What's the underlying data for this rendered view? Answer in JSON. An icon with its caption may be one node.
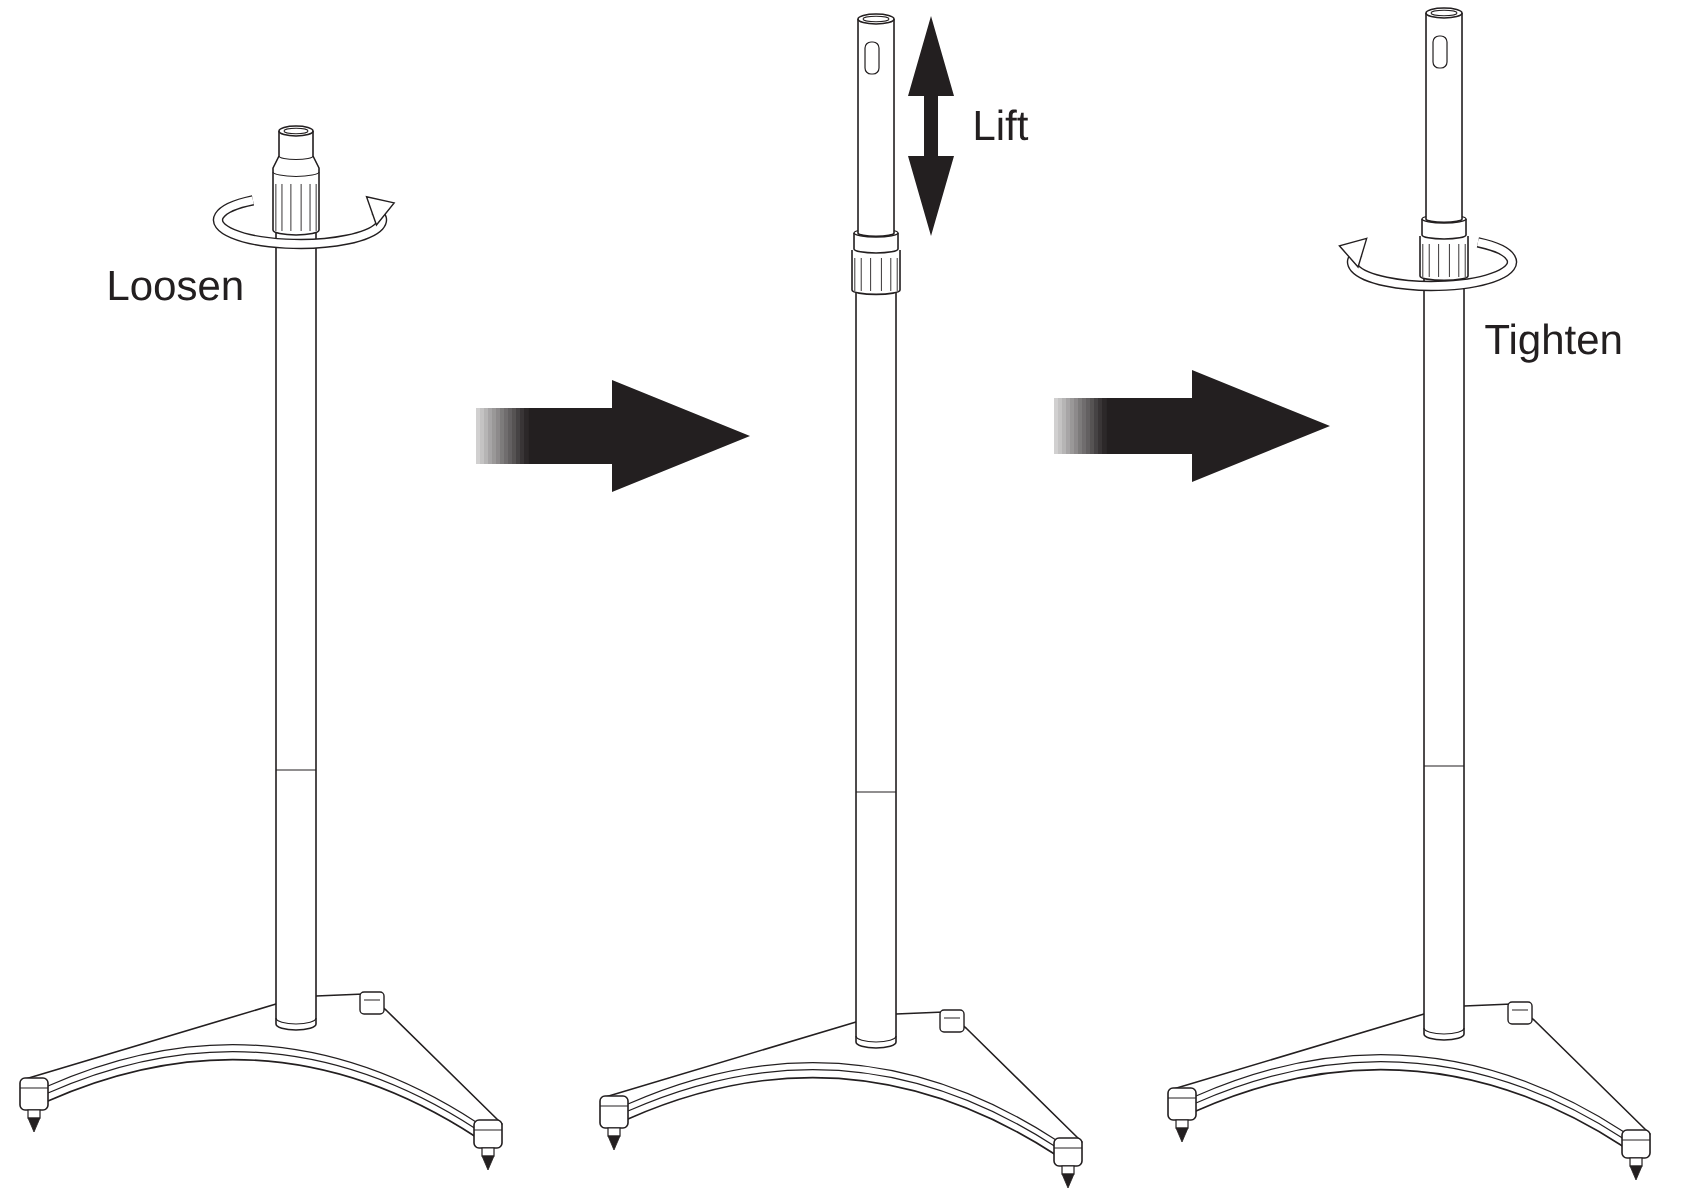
{
  "diagram": {
    "nodes": [
      {
        "text": [
          "Loosen"
        ]
      },
      {
        "text": [
          "Lift"
        ]
      },
      {
        "text": [
          "Tighten"
        ]
      }
    ],
    "edges": [
      {
        "from": 0,
        "to": 1,
        "arrow": "to"
      },
      {
        "from": 1,
        "to": 2,
        "arrow": "to"
      }
    ]
  }
}
